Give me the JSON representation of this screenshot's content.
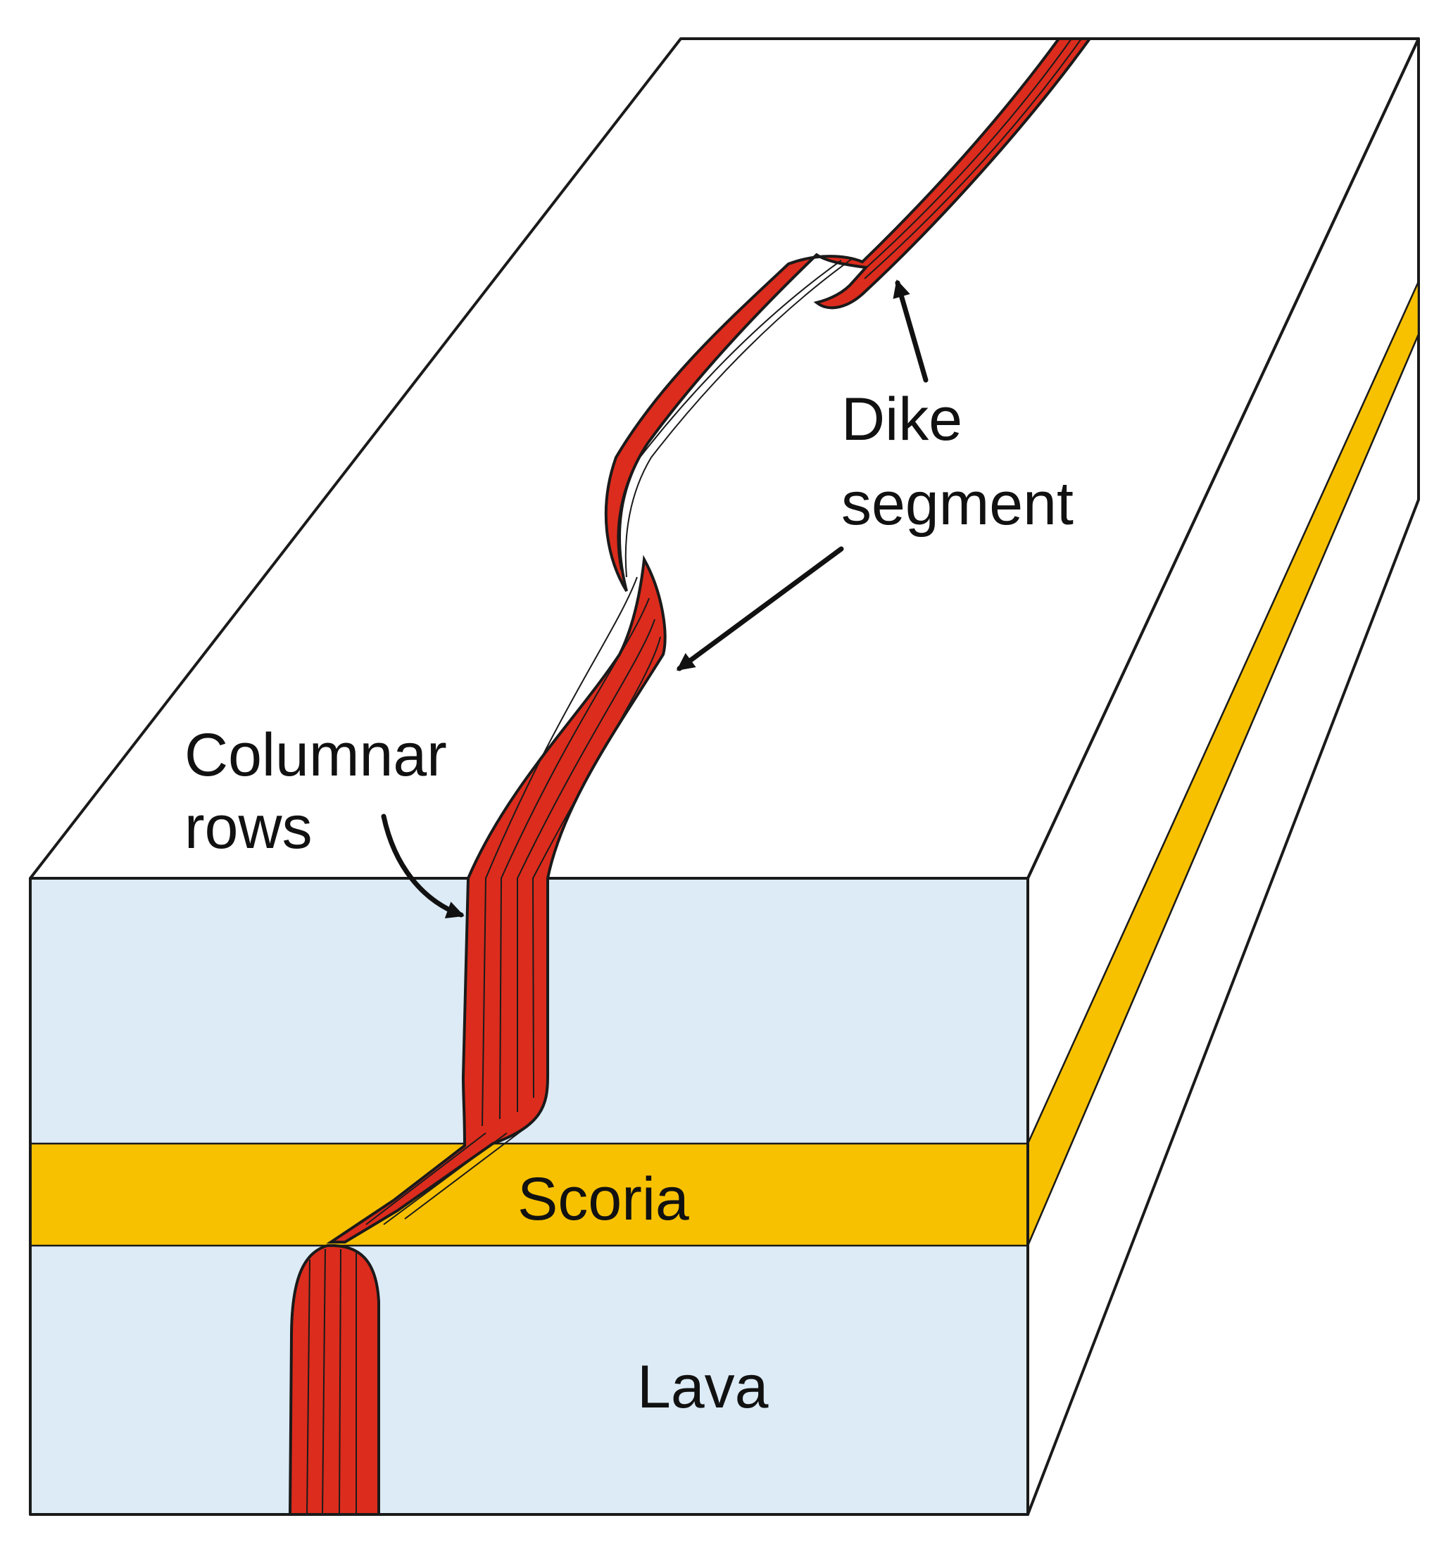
{
  "labels": {
    "dike_line1": "Dike",
    "dike_line2": "segment",
    "columnar_line1": "Columnar",
    "columnar_line2": "rows",
    "scoria": "Scoria",
    "lava": "Lava"
  },
  "colors": {
    "top_surface": "#fdf7d5",
    "lava_layer": "#dcebf6",
    "scoria_layer": "#f8c100",
    "dike": "#dc2c1d",
    "outline": "#1a1a1a"
  }
}
